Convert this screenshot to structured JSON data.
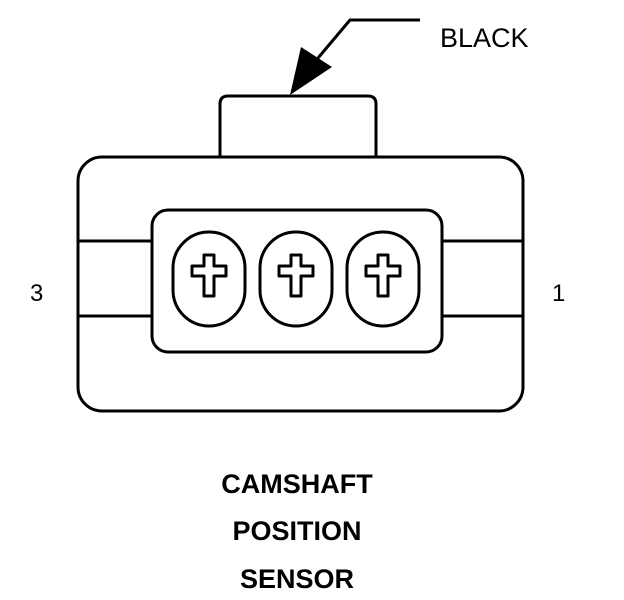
{
  "connector": {
    "color_label": "BLACK",
    "pin_left_label": "3",
    "pin_right_label": "1",
    "pin_count": 3
  },
  "title": {
    "line1": "CAMSHAFT",
    "line2": "POSITION",
    "line3": "SENSOR"
  },
  "colors": {
    "line": "#000000",
    "background": "#ffffff"
  }
}
